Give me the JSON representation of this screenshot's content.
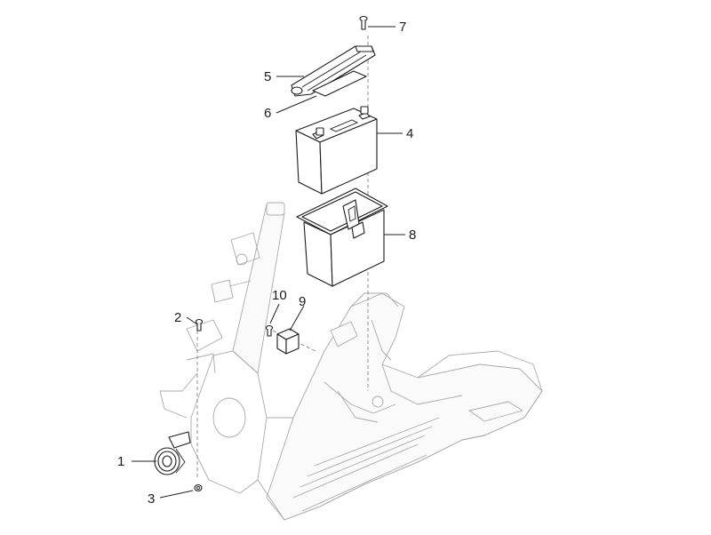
{
  "callouts": [
    {
      "id": "1",
      "label": "1"
    },
    {
      "id": "2",
      "label": "2"
    },
    {
      "id": "3",
      "label": "3"
    },
    {
      "id": "4",
      "label": "4"
    },
    {
      "id": "5",
      "label": "5"
    },
    {
      "id": "6",
      "label": "6"
    },
    {
      "id": "7",
      "label": "7"
    },
    {
      "id": "8",
      "label": "8"
    },
    {
      "id": "9",
      "label": "9"
    },
    {
      "id": "10",
      "label": "10"
    }
  ],
  "colors": {
    "line": "#1c1c1c",
    "frame": "#a9a9a9",
    "background": "#ffffff"
  }
}
